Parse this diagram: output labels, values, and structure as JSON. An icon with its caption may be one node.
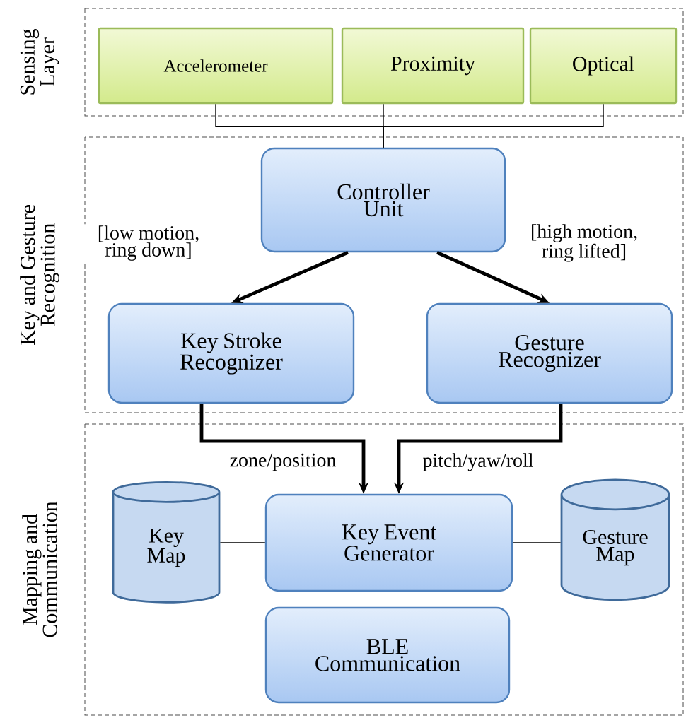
{
  "diagram": {
    "nodes": [
      {
        "text": [
          "Sensing Layer"
        ]
      },
      {
        "text": [
          "Accelerometer"
        ],
        "in": 0
      },
      {
        "text": [
          "Proximity"
        ],
        "in": 0
      },
      {
        "text": [
          "Optical"
        ],
        "in": 0
      },
      {
        "text": [
          "Key and Gesture Recognition"
        ]
      },
      {
        "text": [
          "Controller Unit"
        ],
        "in": 4
      },
      {
        "text": [
          "Key Stroke Recognizer"
        ],
        "in": 4
      },
      {
        "text": [
          "Gesture Recognizer"
        ],
        "in": 4
      },
      {
        "text": [
          "Mapping and Communication"
        ]
      },
      {
        "text": [
          "Key Map"
        ],
        "in": 8
      },
      {
        "text": [
          "Key Event Generator"
        ],
        "in": 8
      },
      {
        "text": [
          "Gesture Map"
        ],
        "in": 8
      },
      {
        "text": [
          "BLE Communication"
        ],
        "in": 8
      }
    ],
    "edges": [
      {
        "from": 1,
        "to": 5,
        "arrow": "none"
      },
      {
        "from": 2,
        "to": 5,
        "arrow": "none"
      },
      {
        "from": 3,
        "to": 5,
        "arrow": "none"
      },
      {
        "from": 5,
        "to": 6,
        "arrow": "to",
        "label": "[low motion, ring down]",
        "style": "thick"
      },
      {
        "from": 5,
        "to": 7,
        "arrow": "to",
        "label": "[high motion, ring lifted]",
        "style": "thick"
      },
      {
        "from": 6,
        "to": 10,
        "arrow": "to",
        "label": "zone/position",
        "style": "thick"
      },
      {
        "from": 7,
        "to": 10,
        "arrow": "to",
        "label": "pitch/yaw/roll",
        "style": "thick"
      },
      {
        "from": 9,
        "to": 10,
        "arrow": "none"
      },
      {
        "from": 10,
        "to": 11,
        "arrow": "none"
      }
    ]
  }
}
